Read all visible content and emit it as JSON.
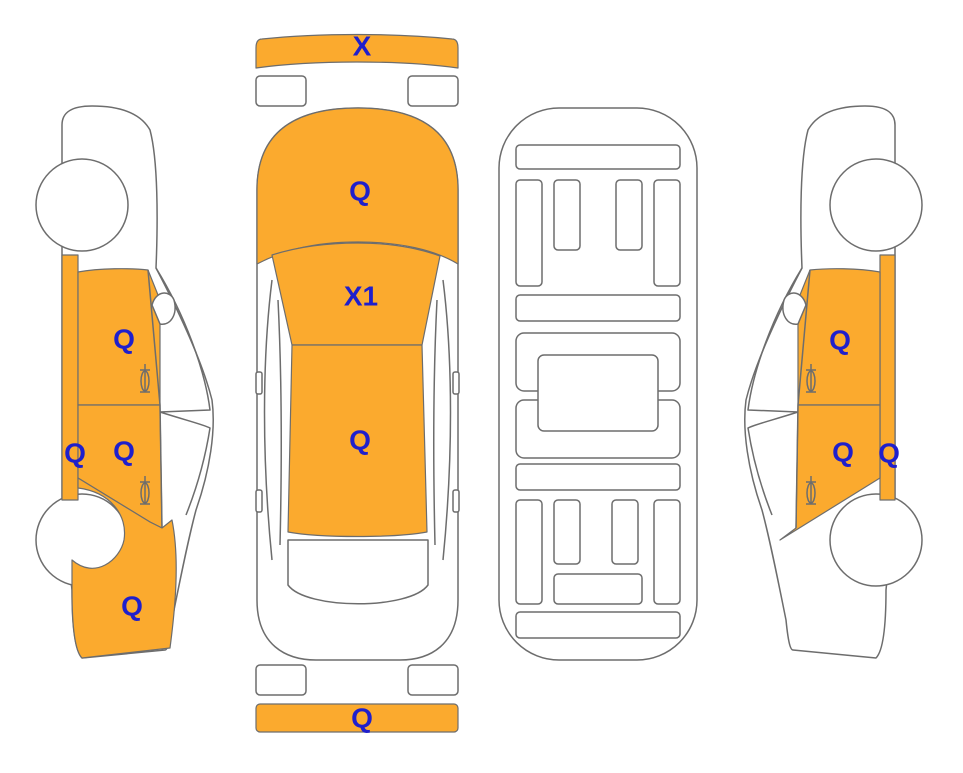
{
  "colors": {
    "damaged_panel": "#FBAA2E",
    "code_text": "#1F1FCC",
    "outline": "#6D6D6D",
    "background": "#FFFFFF"
  },
  "panels": {
    "front_bumper": {
      "code": "X",
      "damaged": true
    },
    "hood": {
      "code": "Q",
      "damaged": true
    },
    "windshield": {
      "code": "X1",
      "damaged": true
    },
    "roof": {
      "code": "Q",
      "damaged": true
    },
    "rear_bumper": {
      "code": "Q",
      "damaged": true
    },
    "left_front_door": {
      "code": "Q",
      "damaged": true
    },
    "left_rear_door": {
      "code": "Q",
      "damaged": true
    },
    "left_rocker": {
      "code": "Q",
      "damaged": true
    },
    "left_rear_quarter": {
      "code": "Q",
      "damaged": true
    },
    "right_front_door": {
      "code": "Q",
      "damaged": true
    },
    "right_rear_door": {
      "code": "Q",
      "damaged": true
    },
    "right_rocker": {
      "code": "Q",
      "damaged": true
    }
  }
}
